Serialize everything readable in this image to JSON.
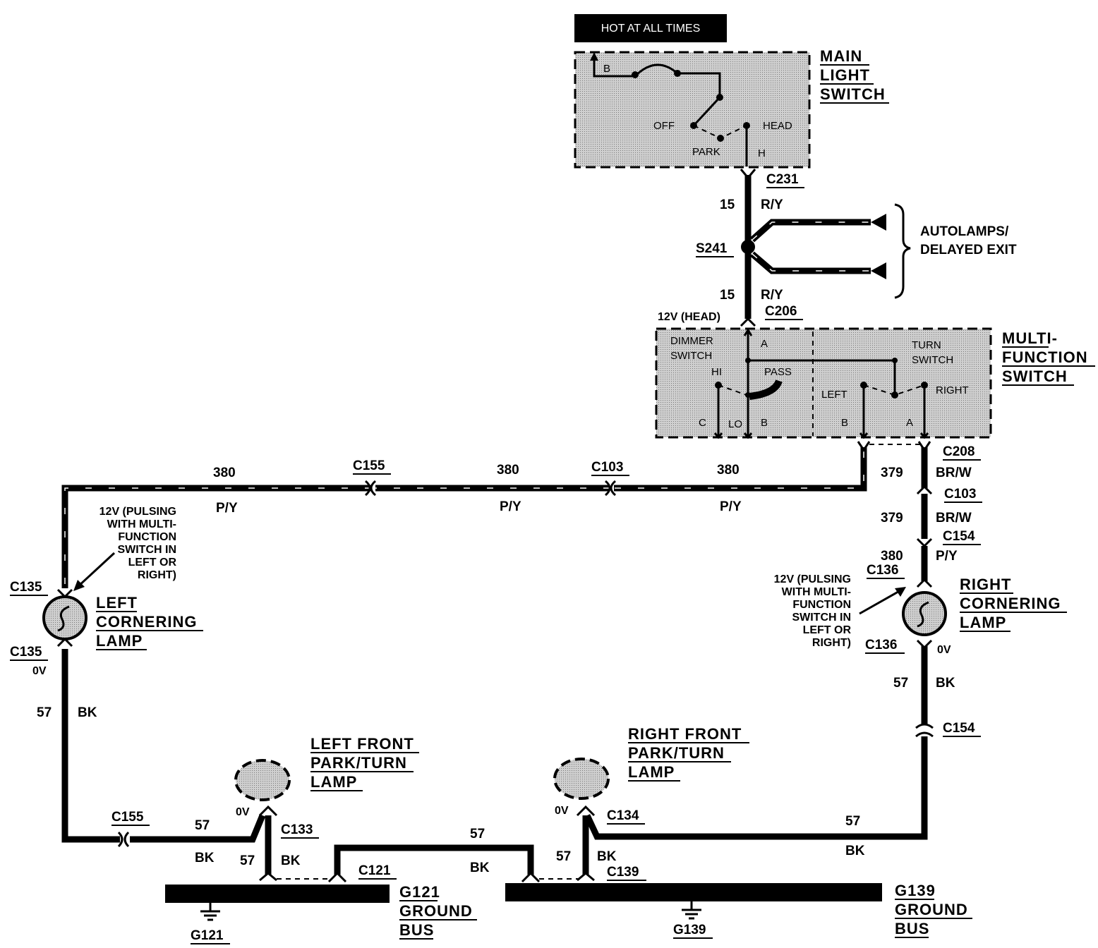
{
  "header": {
    "hot_label": "HOT AT ALL TIMES"
  },
  "main_light_switch": {
    "title": [
      "MAIN",
      "LIGHT",
      "SWITCH"
    ],
    "pins": {
      "b": "B",
      "h": "H"
    },
    "positions": {
      "off": "OFF",
      "park": "PARK",
      "head": "HEAD"
    }
  },
  "autolamps": {
    "label": [
      "AUTOLAMPS/",
      "DELAYED EXIT"
    ]
  },
  "multifunction_switch": {
    "title": [
      "MULTI-",
      "FUNCTION",
      "SWITCH"
    ],
    "dimmer": {
      "label": [
        "DIMMER",
        "SWITCH"
      ],
      "hi": "HI",
      "pass": "PASS",
      "lo": "LO",
      "pin_a": "A",
      "pin_b": "B",
      "pin_c": "C"
    },
    "turn": {
      "label": [
        "TURN",
        "SWITCH"
      ],
      "left": "LEFT",
      "right": "RIGHT",
      "pin_b": "B",
      "pin_a": "A"
    }
  },
  "connectors": {
    "c231": "C231",
    "c206": "C206",
    "s241": "S241",
    "c208": "C208",
    "c103_right": "C103",
    "c154_top": "C154",
    "c136_top": "C136",
    "c136_bottom": "C136",
    "c154_bottom": "C154",
    "c155_top": "C155",
    "c103_mid": "C103",
    "c135_top": "C135",
    "c135_bottom": "C135",
    "c155_bottom": "C155",
    "c133": "C133",
    "c121": "C121",
    "c134": "C134",
    "c139": "C139"
  },
  "wires": {
    "w15": "15",
    "ry": "R/Y",
    "w380": "380",
    "py": "P/Y",
    "w379": "379",
    "brw": "BR/W",
    "w57": "57",
    "bk": "BK"
  },
  "voltages": {
    "head": "12V (HEAD)",
    "zero": "0V",
    "pulsing": [
      "12V (PULSING",
      "WITH MULTI-",
      "FUNCTION",
      "SWITCH IN",
      "LEFT OR",
      "RIGHT)"
    ]
  },
  "lamps": {
    "left_cornering": [
      "LEFT",
      "CORNERING",
      "LAMP"
    ],
    "right_cornering": [
      "RIGHT",
      "CORNERING",
      "LAMP"
    ],
    "left_front": [
      "LEFT FRONT",
      "PARK/TURN",
      "LAMP"
    ],
    "right_front": [
      "RIGHT FRONT",
      "PARK/TURN",
      "LAMP"
    ]
  },
  "grounds": {
    "g121": "G121",
    "g139": "G139",
    "g121_bus": [
      "G121",
      "GROUND",
      "BUS"
    ],
    "g139_bus": [
      "G139",
      "GROUND",
      "BUS"
    ]
  }
}
